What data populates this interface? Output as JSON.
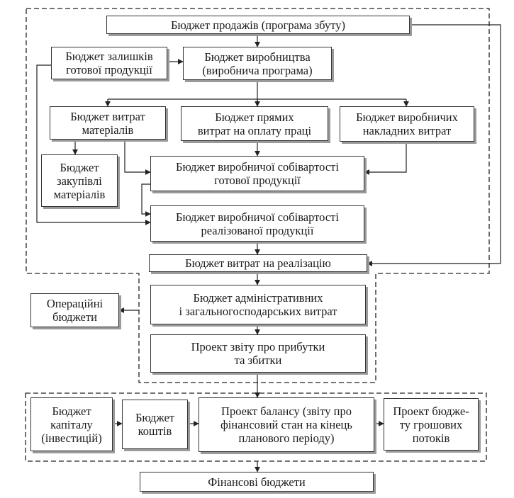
{
  "diagram": {
    "sales_budget": "Бюджет продажів (програма збуту)",
    "finished_goods_inventory_budget": "Бюджет залишків\nготової продукції",
    "production_budget": "Бюджет виробництва\n(виробнича програма)",
    "materials_budget": "Бюджет витрат\nматеріалів",
    "direct_labor_budget": "Бюджет прямих\nвитрат на оплату праці",
    "overhead_budget": "Бюджет виробничих\nнакладних витрат",
    "materials_purchase_budget": "Бюджет\nзакупівлі\nматеріалів",
    "finished_goods_cost_budget": "Бюджет виробничої собівартості\nготової продукції",
    "cogs_budget": "Бюджет виробничої собівартості\nреалізованої продукції",
    "selling_expenses_budget": "Бюджет витрат на реалізацію",
    "admin_expenses_budget": "Бюджет адміністративних\nі загальногосподарських витрат",
    "income_statement_draft": "Проект звіту про прибутки\nта збитки",
    "operating_budgets_label": "Операційні\nбюджети",
    "capital_budget": "Бюджет\nкапіталу\n(інвестицій)",
    "cash_budget": "Бюджет\nкоштів",
    "balance_sheet_draft": "Проект балансу (звіту про\nфінансовий стан на кінець\nпланового періоду)",
    "cash_flow_budget_draft": "Проект бюдже-\nту грошових\nпотоків",
    "financial_budgets_label": "Фінансові бюджети"
  }
}
